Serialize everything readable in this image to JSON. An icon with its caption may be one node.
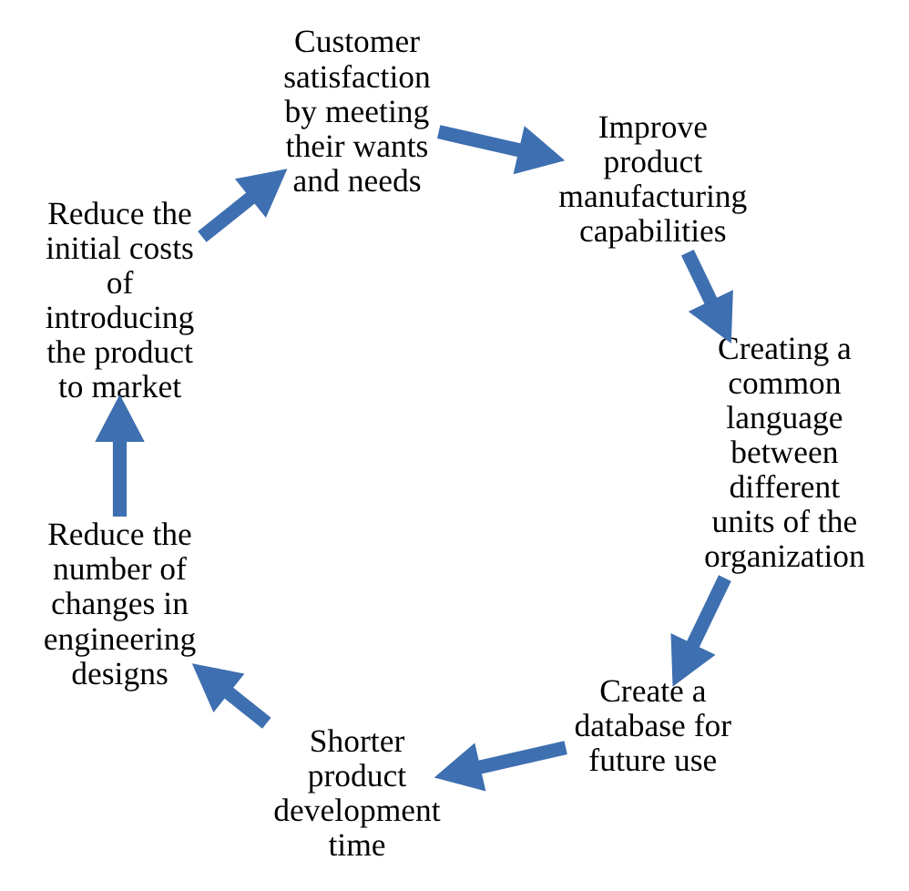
{
  "diagram": {
    "nodes": [
      {
        "text": [
          "Create a database for future use"
        ]
      },
      {
        "text": [
          "Shorter product development time"
        ]
      },
      {
        "text": [
          "Reduce the number of changes in engineering designs"
        ]
      },
      {
        "text": [
          "Reduce the initial costs of introducing the product to market"
        ]
      },
      {
        "text": [
          "Customer satisfaction by meeting their wants and needs"
        ]
      },
      {
        "text": [
          "Improve product manufacturing capabilities"
        ]
      },
      {
        "text": [
          "Creating a common language between different units of the organization"
        ]
      }
    ],
    "edges": [
      {
        "from": 0,
        "to": 1,
        "arrow": "to"
      },
      {
        "from": 1,
        "to": 2,
        "arrow": "to"
      },
      {
        "from": 2,
        "to": 3,
        "arrow": "to"
      },
      {
        "from": 3,
        "to": 4,
        "arrow": "to"
      },
      {
        "from": 4,
        "to": 5,
        "arrow": "to"
      },
      {
        "from": 5,
        "to": 6,
        "arrow": "to"
      },
      {
        "from": 6,
        "to": 0,
        "arrow": "to"
      }
    ]
  }
}
